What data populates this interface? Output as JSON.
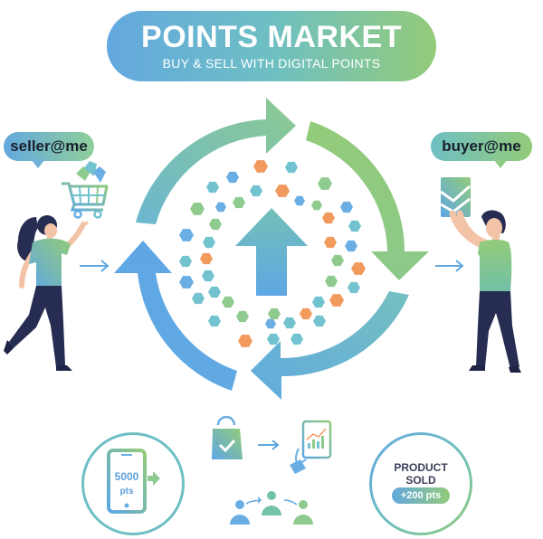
{
  "banner": {
    "title": "POINTS MARKET",
    "subtitle": "BUY & SELL WITH DIGITAL POINTS",
    "gradient": [
      "#63a8df",
      "#6ebfc3",
      "#93cb79"
    ]
  },
  "seller": {
    "handle": "seller@me",
    "icon": "shopping-cart-icon"
  },
  "buyer": {
    "handle": "buyer@me",
    "icon": "document-chart-icon"
  },
  "cycle": {
    "arrows": 4,
    "center_icon": "up-arrow-icon",
    "hex_colors": {
      "blue": "#6aaee3",
      "teal": "#72c3cf",
      "green": "#8fcb8f",
      "orange": "#f29a5e"
    }
  },
  "wallet": {
    "value": "5000",
    "unit": "pts"
  },
  "sale": {
    "title_line1": "PRODUCT",
    "title_line2": "SOLD",
    "bonus": "+200 pts"
  },
  "flow_icons": [
    "shopping-bag-check-icon",
    "tablet-chart-icon",
    "user-transfer-icon"
  ],
  "colors": {
    "text_dark": "#1a1f2e",
    "navy": "#262c52",
    "skin": "#f3c3a7",
    "arrow_blue": "#5da8e3"
  }
}
